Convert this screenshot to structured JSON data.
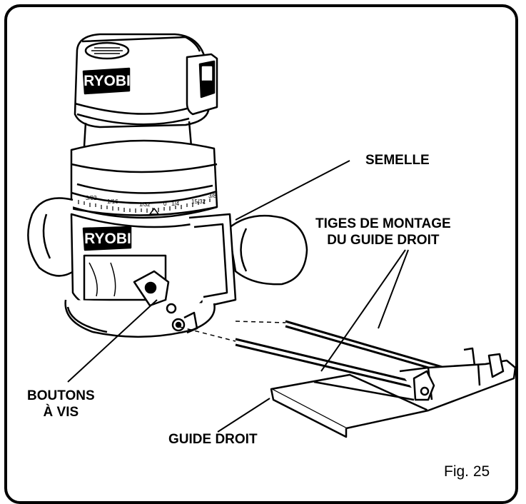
{
  "labels": {
    "semelle": "SEMELLE",
    "tiges_line1": "TIGES DE MONTAGE",
    "tiges_line2": "DU GUIDE DROIT",
    "boutons_line1": "BOUTONS",
    "boutons_line2": "À VIS",
    "guide": "GUIDE DROIT",
    "figure": "Fig. 25"
  },
  "brand": {
    "top_logo": "RYOBI",
    "base_logo": "RYOBI"
  },
  "scale_ticks": [
    "3/32",
    "1/16",
    "1/32",
    "0",
    "1/4",
    "15/32",
    "3/8"
  ]
}
